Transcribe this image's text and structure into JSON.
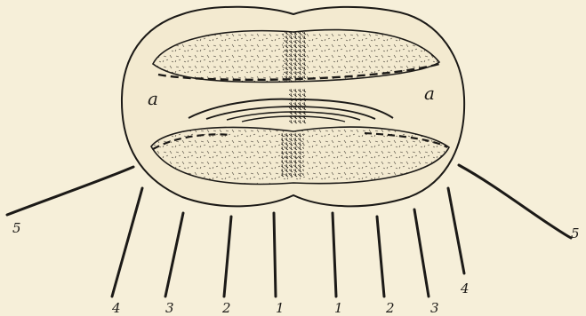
{
  "labels": {
    "region_left": "a",
    "region_right": "a",
    "pair_5_left": "5",
    "pair_4_left": "4",
    "pair_3_left": "3",
    "pair_2_left": "2",
    "pair_1_left": "1",
    "pair_1_right": "1",
    "pair_2_right": "2",
    "pair_3_right": "3",
    "pair_4_right": "4",
    "pair_5_right": "5"
  },
  "colors": {
    "ink": "#1c1a17",
    "paper": "#f6efd9"
  }
}
